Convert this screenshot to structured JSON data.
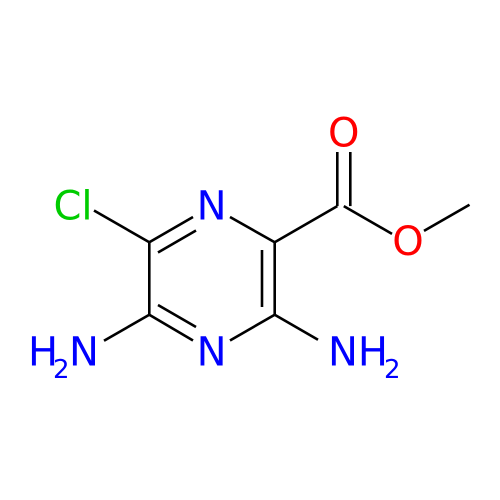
{
  "molecule": {
    "atoms": {
      "n_ring_top": {
        "symbol": "N",
        "color": "#0000ff"
      },
      "n_ring_bottom": {
        "symbol": "N",
        "color": "#0000ff"
      },
      "chlorine": {
        "symbol": "Cl",
        "color": "#00cc00"
      },
      "carbonyl_oxygen": {
        "symbol": "O",
        "color": "#ff0000"
      },
      "ester_oxygen": {
        "symbol": "O",
        "color": "#ff0000"
      },
      "amine_left": {
        "symbol": "H",
        "subscript": "2",
        "suffix": "N",
        "color": "#0000ff"
      },
      "amine_right": {
        "symbol": "NH",
        "subscript": "2",
        "color": "#0000ff"
      }
    },
    "bond_color": "#000000"
  }
}
